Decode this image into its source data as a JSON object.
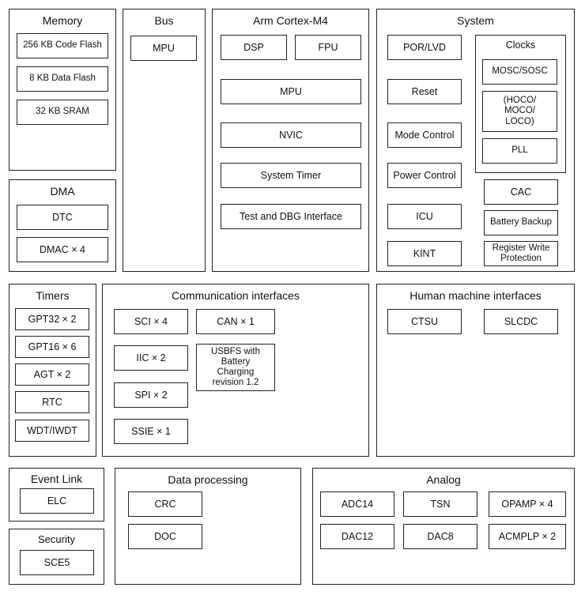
{
  "memory": {
    "title": "Memory",
    "items": [
      "256 KB Code Flash",
      "8 KB Data Flash",
      "32 KB SRAM"
    ]
  },
  "bus": {
    "title": "Bus",
    "items": [
      "MPU"
    ]
  },
  "cortex": {
    "title": "Arm Cortex-M4",
    "items": [
      "DSP",
      "FPU",
      "MPU",
      "NVIC",
      "System Timer",
      "Test and DBG Interface"
    ]
  },
  "system": {
    "title": "System",
    "items": [
      "POR/LVD",
      "Reset",
      "Mode Control",
      "Power Control",
      "ICU",
      "KINT",
      "CAC",
      "Battery Backup",
      "Register Write Protection"
    ],
    "clocks": {
      "title": "Clocks",
      "items": [
        "MOSC/SOSC",
        "(HOCO/ MOCO/ LOCO)",
        "PLL"
      ]
    }
  },
  "dma": {
    "title": "DMA",
    "items": [
      "DTC",
      "DMAC × 4"
    ]
  },
  "timers": {
    "title": "Timers",
    "items": [
      "GPT32 × 2",
      "GPT16 × 6",
      "AGT × 2",
      "RTC",
      "WDT/IWDT"
    ]
  },
  "comm": {
    "title": "Communication interfaces",
    "items": [
      "SCI × 4",
      "CAN × 1",
      "IIC × 2",
      "USBFS with Battery Charging revision 1.2",
      "SPI × 2",
      "SSIE × 1"
    ]
  },
  "hmi": {
    "title": "Human machine interfaces",
    "items": [
      "CTSU",
      "SLCDC"
    ]
  },
  "eventlink": {
    "title": "Event Link",
    "items": [
      "ELC"
    ]
  },
  "security": {
    "title": "Security",
    "items": [
      "SCE5"
    ]
  },
  "dataproc": {
    "title": "Data processing",
    "items": [
      "CRC",
      "DOC"
    ]
  },
  "analog": {
    "title": "Analog",
    "items": [
      "ADC14",
      "TSN",
      "OPAMP × 4",
      "DAC12",
      "DAC8",
      "ACMPLP × 2"
    ]
  }
}
